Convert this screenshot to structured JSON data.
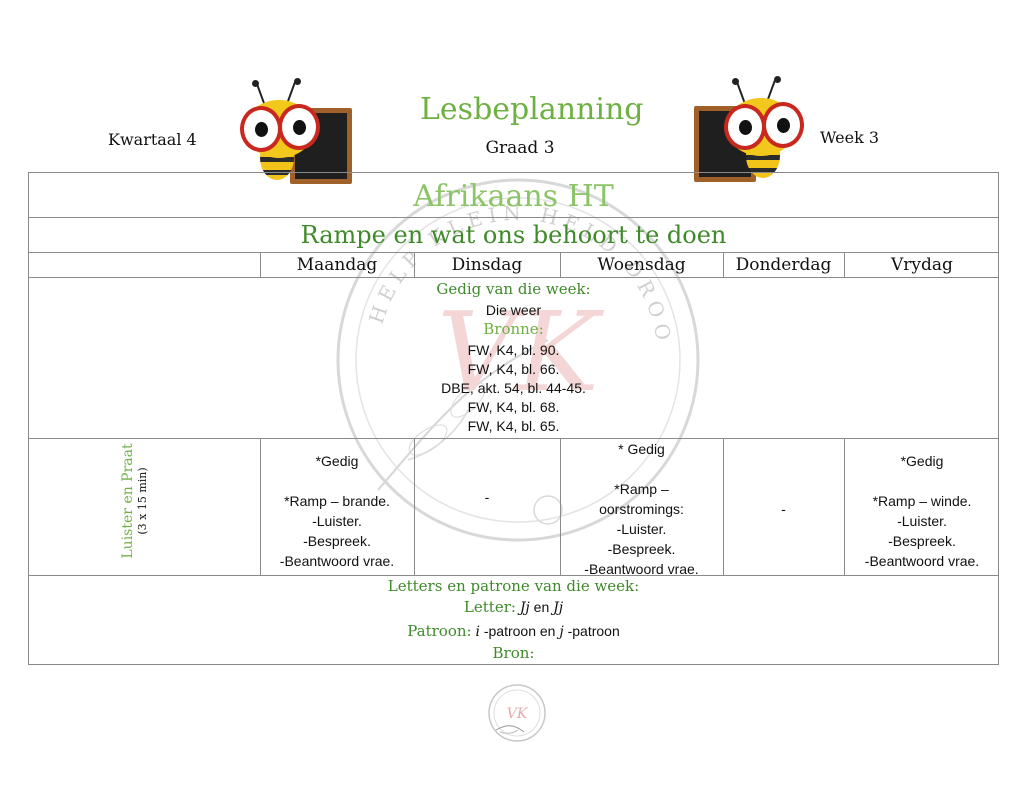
{
  "header": {
    "kwartaal": "Kwartaal 4",
    "week": "Week 3",
    "title": "Lesbeplanning",
    "grade": "Graad 3"
  },
  "table": {
    "subject": "Afrikaans HT",
    "topic": "Rampe en wat ons behoort te doen",
    "days": [
      "Maandag",
      "Dinsdag",
      "Woensdag",
      "Donderdag",
      "Vrydag"
    ],
    "poem": {
      "label": "Gedig van die week:",
      "title": "Die weer",
      "resources_label": "Bronne:",
      "resources": [
        "FW, K4, bl. 90.",
        "FW, K4, bl. 66.",
        "DBE, akt. 54, bl. 44-45.",
        "FW, K4, bl. 68.",
        "FW, K4, bl. 65."
      ]
    },
    "listen": {
      "label": "Luister en Praat",
      "duration": "(3 x 15 min)",
      "monday": [
        "*Gedig",
        "",
        "*Ramp – brande.",
        "-Luister.",
        "-Bespreek.",
        "-Beantwoord vrae."
      ],
      "tuesday": "-",
      "wednesday": [
        "* Gedig",
        "",
        "*Ramp –",
        "oorstromings:",
        "-Luister.",
        "-Bespreek.",
        "-Beantwoord vrae."
      ],
      "thursday": "-",
      "friday": [
        "*Gedig",
        "",
        "*Ramp – winde.",
        "-Luister.",
        "-Bespreek.",
        "-Beantwoord vrae."
      ]
    },
    "letters": {
      "label": "Letters en patrone van die week:",
      "letter_label": "Letter:",
      "letter_upper": "Jj",
      "letter_and": "en",
      "letter_lower": "Jj",
      "pattern_label": "Patroon:",
      "pattern_a": "i",
      "pattern_a_text": "-patroon en",
      "pattern_b": "j",
      "pattern_b_text": "-patroon",
      "source_label": "Bron:"
    }
  },
  "watermark": {
    "initials": "VK",
    "ring_text": "HELP KLEIN HELD DROOM"
  },
  "colors": {
    "green": "#6fb043",
    "dark_green": "#3f8a2a",
    "light_green": "#8cc468"
  }
}
